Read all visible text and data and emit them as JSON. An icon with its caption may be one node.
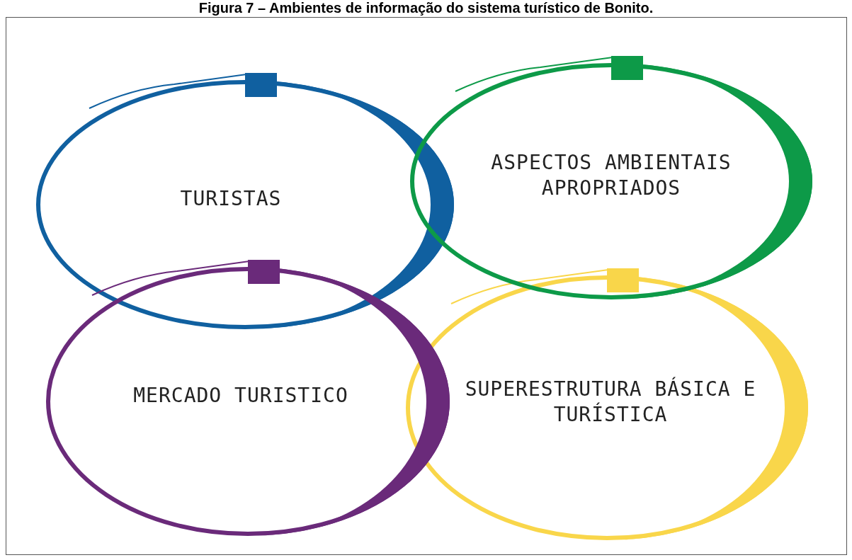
{
  "diagram": {
    "title": "Figura 7 – Ambientes de informação do sistema turístico de Bonito.",
    "nodes": [
      {
        "text": [
          "TURISTAS"
        ]
      },
      {
        "text": [
          "ASPECTOS AMBIENTAIS APROPRIADOS"
        ]
      },
      {
        "text": [
          "MERCADO TURISTICO"
        ]
      },
      {
        "text": [
          "SUPERESTRUTURA BÁSICA E TURÍSTICA"
        ]
      }
    ],
    "edges": []
  }
}
